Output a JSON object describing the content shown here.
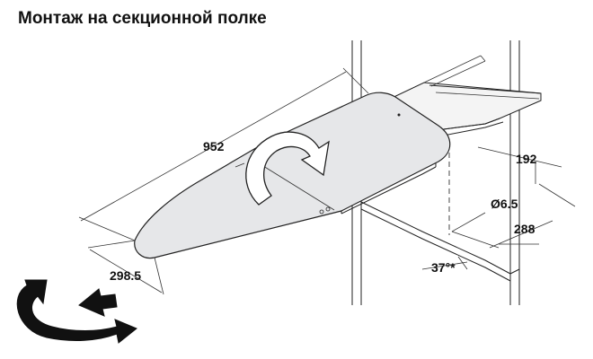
{
  "title": "Монтаж на секционной полке",
  "dimensions": {
    "length": "952",
    "width": "298.5",
    "offset_192": "192",
    "offset_288": "288",
    "hole_diameter": "Ø6.5",
    "angle": "37°*"
  },
  "icons": [
    "rotate-arrow-icon",
    "swivel-arrow-icon"
  ],
  "colors": {
    "board": "#e6e7e9",
    "line": "#222222",
    "background": "#ffffff"
  }
}
